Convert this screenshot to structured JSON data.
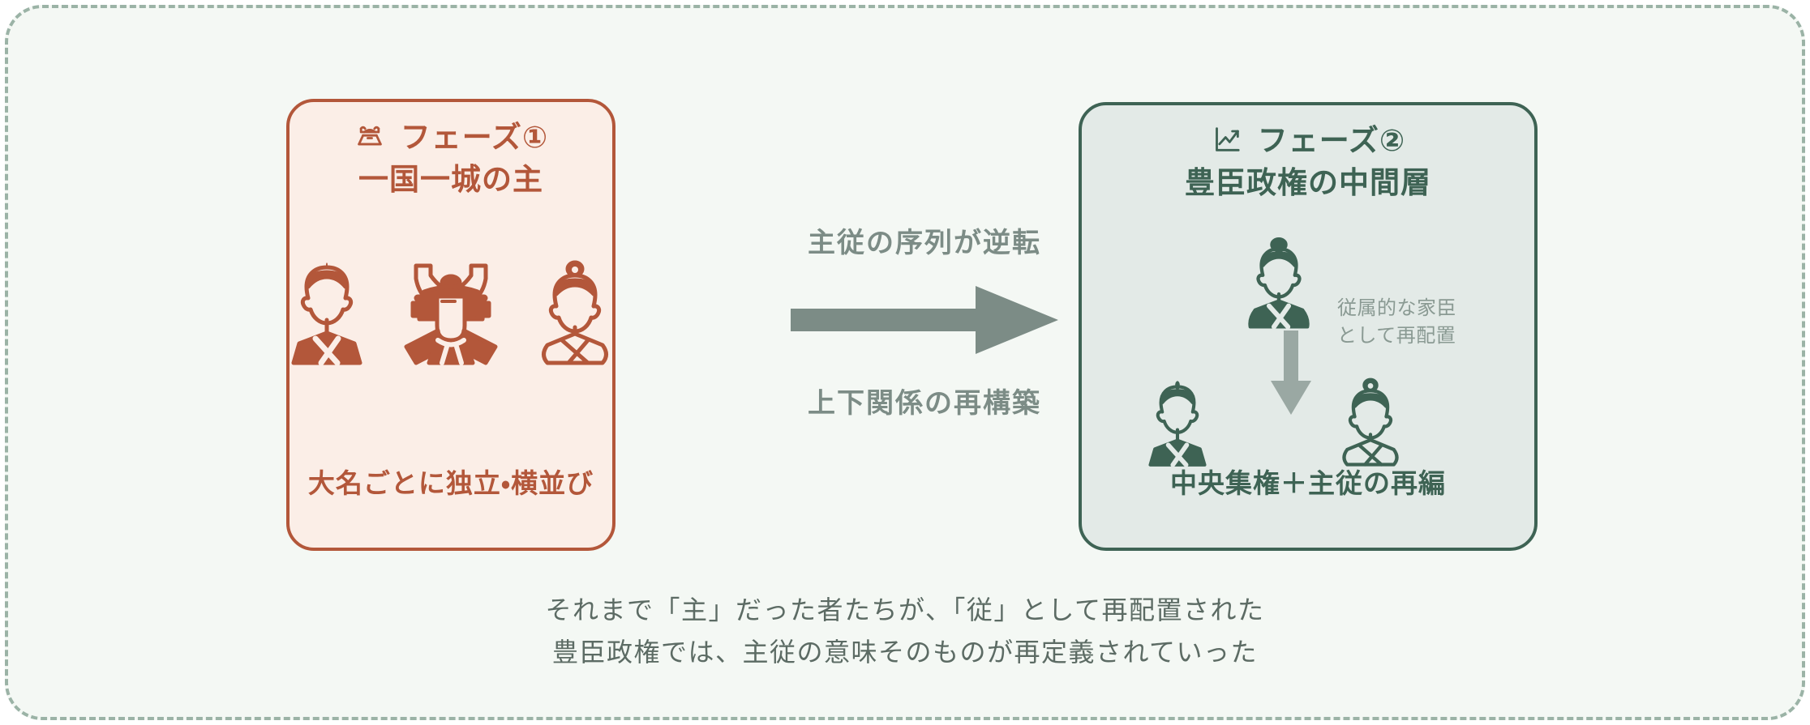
{
  "palette": {
    "page_background": "#ffffff",
    "frame_background": "#f4f8f4",
    "frame_border": "#9bb3a6",
    "phase1_accent": "#b3573a",
    "phase1_card_background": "#fbeee7",
    "phase2_accent": "#3e6354",
    "phase2_card_background": "#e3eae7",
    "arrow_gray": "#7c8c86",
    "note_gray": "#8a9a93",
    "caption_gray": "#5c6b64"
  },
  "phase1": {
    "icon_name": "castle-icon",
    "title_line1": "フェーズ①",
    "title_line2": "一国一城の主",
    "figures": [
      {
        "name": "samurai-retainer-filled-icon"
      },
      {
        "name": "kabuto-helmet-icon"
      },
      {
        "name": "samurai-noble-outline-icon"
      }
    ],
    "footer": "大名ごとに独立・横並び"
  },
  "phase2": {
    "icon_name": "line-chart-icon",
    "title_line1": "フェーズ②",
    "title_line2": "豊臣政権の中間層",
    "lead_figure_name": "samurai-lord-filled-icon",
    "down_arrow_name": "down-arrow-icon",
    "note_line1": "従属的な家臣",
    "note_line2": "として再配置",
    "lower_left_figure_name": "samurai-retainer-outline-icon",
    "lower_right_figure_name": "samurai-vassal-outline-icon",
    "footer": "中央集権＋主従の再編"
  },
  "middle": {
    "label_top": "主従の序列が逆転",
    "arrow_name": "right-arrow-icon",
    "label_bottom": "上下関係の再構築"
  },
  "captions": {
    "line1": "それまで「主」だった者たちが、「従」として再配置された",
    "line2": "豊臣政権では、主従の意味そのものが再定義されていった"
  }
}
